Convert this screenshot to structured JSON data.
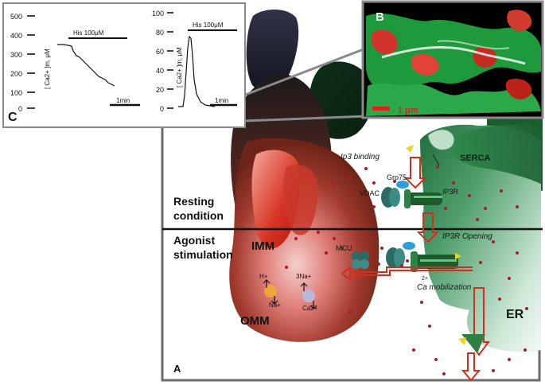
{
  "panel_c": {
    "letter": "C",
    "left_plot": {
      "ylabel": "[ Ca2+ ]m, μM",
      "yticks": [
        "500",
        "400",
        "300",
        "200",
        "100",
        "0"
      ],
      "stim_label": "His 100μM",
      "scale_label": "1min"
    },
    "right_plot": {
      "ylabel": "[ Ca2+ ]m, μM",
      "yticks": [
        "100",
        "80",
        "60",
        "40",
        "20",
        "0"
      ],
      "stim_label": "His 100μM",
      "scale_label": "1min"
    }
  },
  "panel_b": {
    "letter": "B",
    "scale_label": "1 μm"
  },
  "panel_a": {
    "letter": "A",
    "resting_label_1": "Resting",
    "resting_label_2": "condition",
    "agonist_label_1": "Agonist",
    "agonist_label_2": "stimulation",
    "imm": "IMM",
    "omm": "OMM",
    "er": "ER",
    "serca": "SERCA",
    "ip3_binding": "Ip3 binding",
    "grp75": "Grp75",
    "vdac": "VDAC",
    "ip3r": "IP3R",
    "ip3r_opening": "IP3R Opening",
    "mcu": "MCU",
    "ca_mobilization": "Ca mobilization",
    "ca_superscript": "2+",
    "h_plus": "H+",
    "na_plus": "Na+",
    "three_na": "3Na+",
    "ca2": "Ca2+"
  },
  "colors": {
    "mito_dark": "#7a2a1e",
    "mito_light": "#f2b8b0",
    "er_green": "#3d8a5a",
    "frame_grey": "#6b6b6b"
  }
}
